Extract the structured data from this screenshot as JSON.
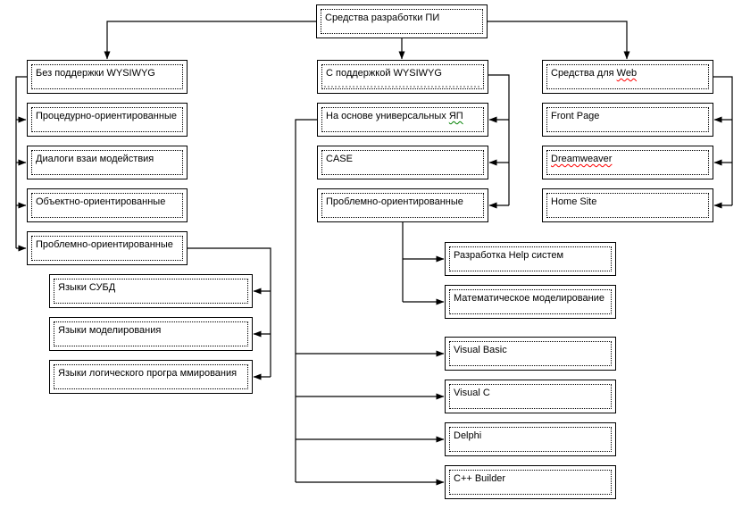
{
  "diagram": {
    "title": "Средства разработки ПИ",
    "colors": {
      "line": "#000000",
      "box_border": "#000000",
      "box_background": "#ffffff",
      "text": "#000000",
      "spellcheck_red": "#ff0000",
      "grammar_green": "#008000",
      "wave_gray": "#aaaaaa"
    },
    "nodes": [
      {
        "id": "root",
        "label": [
          {
            "t": "Средства разработки ПИ"
          }
        ]
      },
      {
        "id": "no_wysiwyg",
        "label": [
          {
            "t": "Без поддержки WYSIWYG"
          }
        ]
      },
      {
        "id": "procedural",
        "label": [
          {
            "t": "Процедурно-ориентированные"
          }
        ]
      },
      {
        "id": "dialogs",
        "label": [
          {
            "t": "Диалоги взаи модействия"
          }
        ]
      },
      {
        "id": "object_oriented",
        "label": [
          {
            "t": "Объектно-ориентированные"
          }
        ]
      },
      {
        "id": "problem_left",
        "label": [
          {
            "t": "Проблемно-ориентированные"
          }
        ]
      },
      {
        "id": "db_langs",
        "label": [
          {
            "t": "Языки СУБД"
          }
        ]
      },
      {
        "id": "model_langs",
        "label": [
          {
            "t": "Языки моделирования"
          }
        ]
      },
      {
        "id": "logic_langs",
        "label": [
          {
            "t": "Языки логического програ ммирования"
          }
        ]
      },
      {
        "id": "with_wysiwyg",
        "label": [
          {
            "t": "С поддержкой WYSIWYG"
          }
        ],
        "wave": true
      },
      {
        "id": "universal",
        "label": [
          {
            "t": "На основе универсальных "
          },
          {
            "t": "ЯП",
            "u": "green"
          }
        ]
      },
      {
        "id": "case",
        "label": [
          {
            "t": "CASE"
          }
        ]
      },
      {
        "id": "problem_mid",
        "label": [
          {
            "t": "Проблемно-ориентированные"
          }
        ]
      },
      {
        "id": "help_dev",
        "label": [
          {
            "t": "Разработка Help систем"
          }
        ]
      },
      {
        "id": "math_model",
        "label": [
          {
            "t": "Математическое моделирование"
          }
        ]
      },
      {
        "id": "visual_basic",
        "label": [
          {
            "t": "Visual Basic"
          }
        ]
      },
      {
        "id": "visual_c",
        "label": [
          {
            "t": "Visual C"
          }
        ]
      },
      {
        "id": "delphi",
        "label": [
          {
            "t": "Delphi"
          }
        ]
      },
      {
        "id": "cpp_builder",
        "label": [
          {
            "t": "C++ Builder"
          }
        ]
      },
      {
        "id": "web_tools",
        "label": [
          {
            "t": "Средства для "
          },
          {
            "t": "Web",
            "u": "red"
          }
        ]
      },
      {
        "id": "front_page",
        "label": [
          {
            "t": "Front Page"
          }
        ]
      },
      {
        "id": "dreamweaver",
        "label": [
          {
            "t": "Dreamweaver",
            "u": "red"
          }
        ]
      },
      {
        "id": "home_site",
        "label": [
          {
            "t": "Home Site"
          }
        ]
      }
    ]
  }
}
